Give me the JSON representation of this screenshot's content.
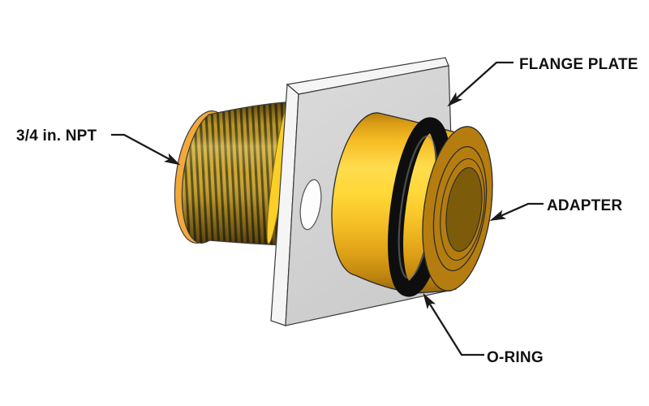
{
  "figure": {
    "title": "Flange plate adapter assembly illustration",
    "background": "#ffffff"
  },
  "labels": {
    "npt": "3/4 in. NPT",
    "flange_plate": "FLANGE PLATE",
    "adapter": "ADAPTER",
    "o_ring": "O-RING"
  },
  "colors": {
    "label_text": "#111111",
    "leader_line": "#1a1a1a",
    "outline": "#2b2b2b",
    "brass_bright": "#ffd737",
    "brass_mid": "#f0b81e",
    "brass_dark": "#8d5f09",
    "thread_light": "#caa32c",
    "thread_dark": "#554a15",
    "cap_orange": "#e89a28",
    "o_ring_black": "#0e0e0e",
    "plate_face": "#d2d2d2",
    "plate_edge": "#f5f5f5",
    "hole_fill": "#fdfdfd"
  }
}
